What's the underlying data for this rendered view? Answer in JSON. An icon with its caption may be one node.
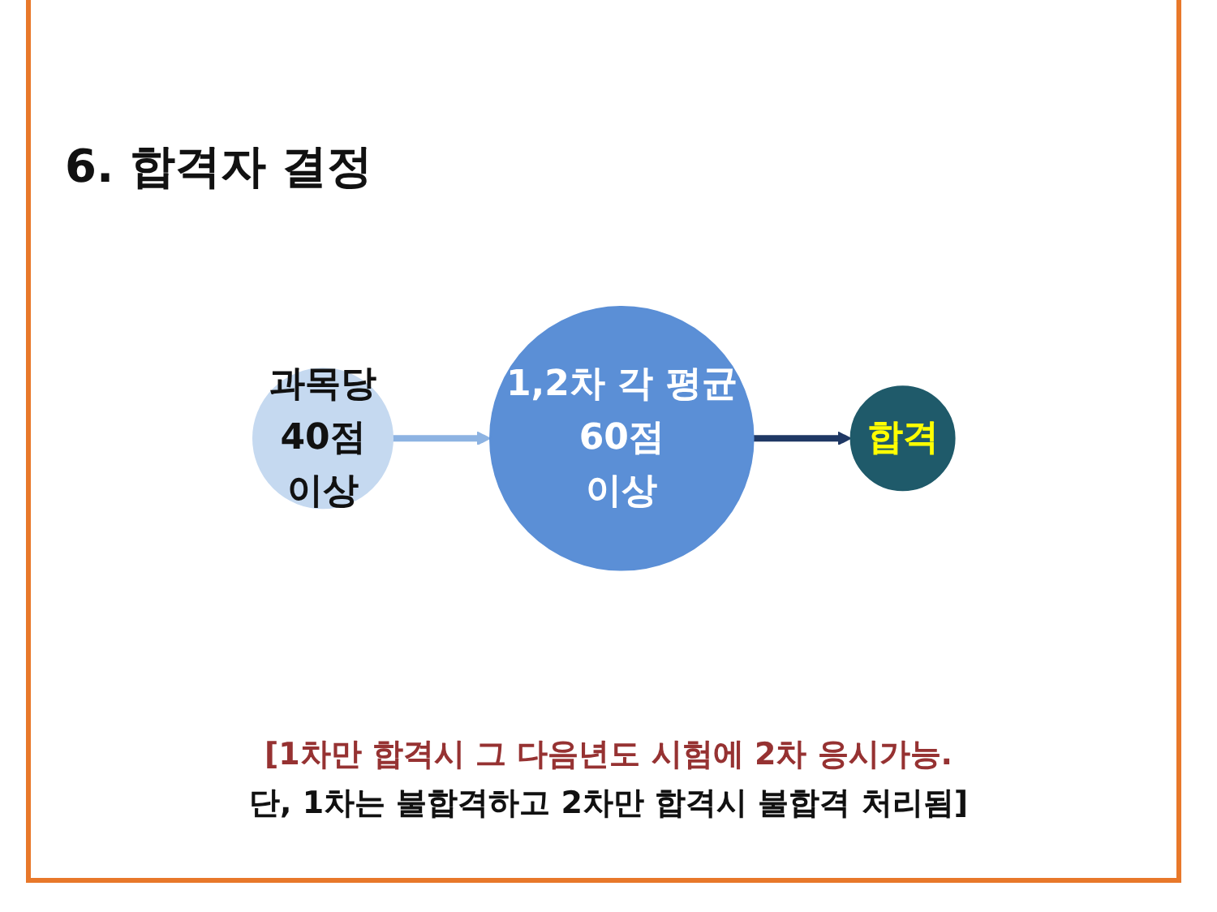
{
  "diagram": {
    "title": "6. 합격자 결정",
    "nodes": [
      {
        "text": [
          "과목당",
          "40점",
          "이상"
        ]
      },
      {
        "text": [
          "1,2차 각 평균",
          "60점",
          "이상"
        ]
      },
      {
        "text": [
          "합격"
        ]
      }
    ],
    "edges": [
      {
        "from": 0,
        "to": 1,
        "arrow": "to",
        "color": "#8db3e2"
      },
      {
        "from": 1,
        "to": 2,
        "arrow": "to",
        "color": "#1f3864"
      }
    ],
    "labels": [
      "[1차만 합격시 그 다음년도 시험에 2차 응시가능.",
      "단, 1차는 불합격하고 2차만 합격시 불합격 처리됨]"
    ]
  }
}
